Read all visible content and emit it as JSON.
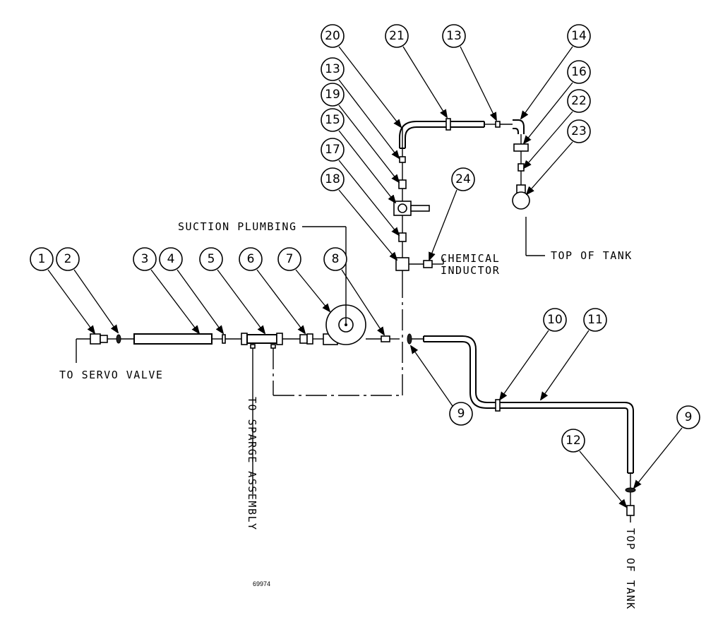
{
  "labels": {
    "suction_plumbing": "SUCTION PLUMBING",
    "chemical_inductor_1": "CHEMICAL",
    "chemical_inductor_2": "INDUCTOR",
    "top_of_tank_right": "TOP OF TANK",
    "to_servo_valve": "TO SERVO VALVE",
    "to_sparge_assembly": "TO SPARGE ASSEMBLY",
    "top_of_tank_bottom": "TOP OF TANK",
    "drawing_number": "69974"
  },
  "callouts": {
    "c1": "1",
    "c2": "2",
    "c3": "3",
    "c4": "4",
    "c5": "5",
    "c6": "6",
    "c7": "7",
    "c8": "8",
    "c9a": "9",
    "c10": "10",
    "c11": "11",
    "c9b": "9",
    "c12": "12",
    "c13a": "13",
    "c13b": "13",
    "c14": "14",
    "c15": "15",
    "c16": "16",
    "c17": "17",
    "c18": "18",
    "c19": "19",
    "c20": "20",
    "c21": "21",
    "c22": "22",
    "c23": "23",
    "c24": "24"
  }
}
